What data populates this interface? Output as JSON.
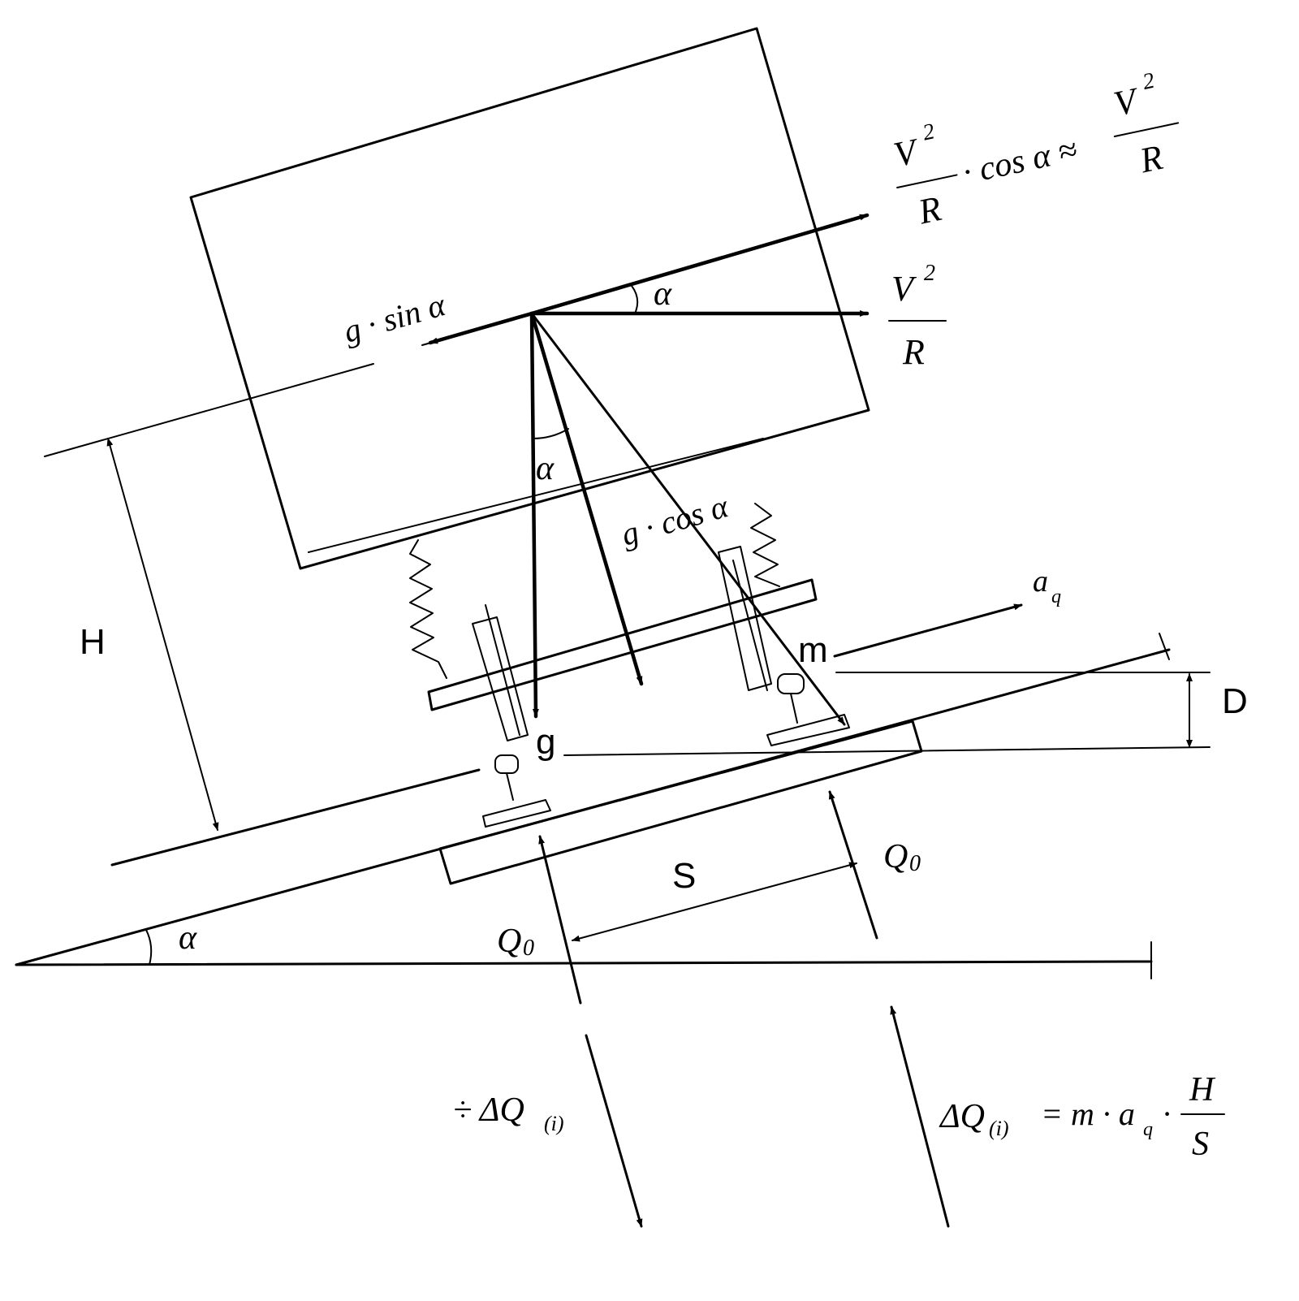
{
  "labels": {
    "H": "H",
    "D": "D",
    "S": "S",
    "m": "m",
    "g": "g",
    "alpha": "α",
    "g_sin": "g · sin α",
    "g_cos": "g · cos α",
    "a_q": "a",
    "a_q_sub": "q",
    "v2": "V",
    "sq": "2",
    "R": "R",
    "cos_alpha": "· cos α ≈",
    "Q0": "Q",
    "Q0_sub": "0",
    "dQ_neg_prefix": "÷ ΔQ",
    "dQ_sub": "(i)",
    "dQ_pos": "ΔQ",
    "eq_rhs": "= m · a",
    "eq_dot": "·"
  }
}
